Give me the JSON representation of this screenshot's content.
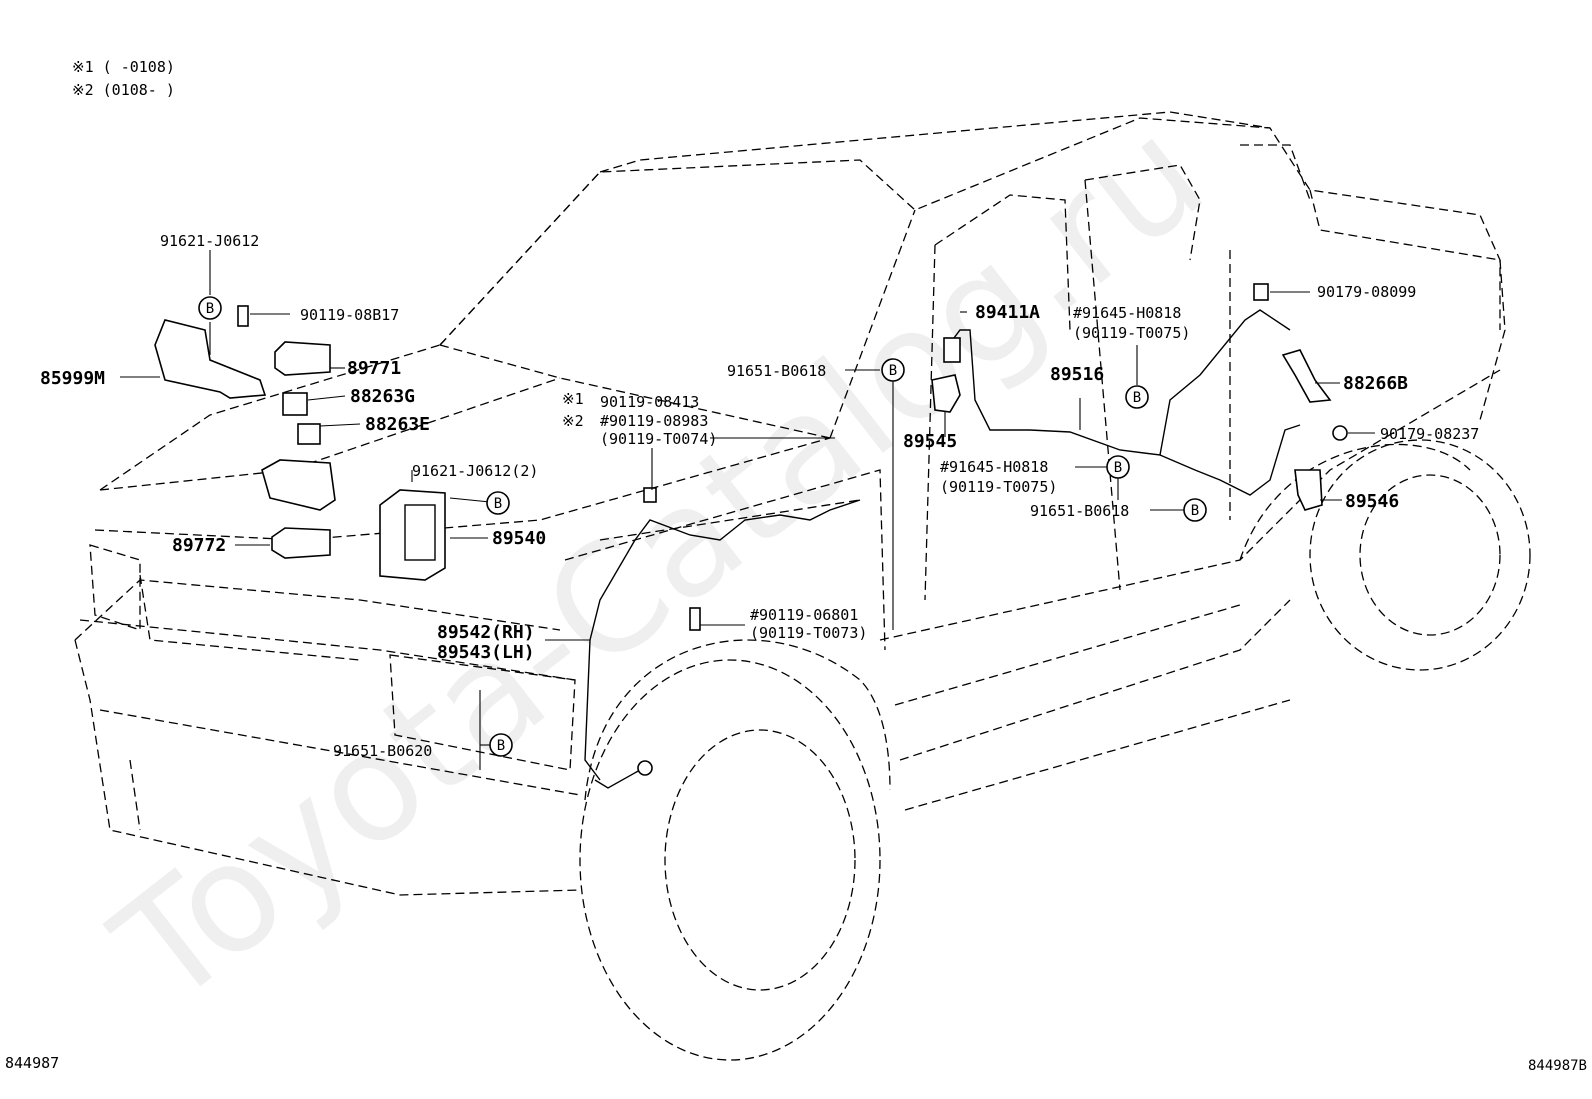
{
  "notes": {
    "n1": "※1 (     -0108)",
    "n2": "※2 (0108-     )"
  },
  "watermark": "Toyota-Catalog.ru",
  "drawing_id_left": "844987",
  "drawing_id_right": "844987B",
  "parts": {
    "p91621_top": "91621-J0612",
    "p90119_08B17": "90119-08B17",
    "p85999M": "85999M",
    "p89771": "89771",
    "p88263G": "88263G",
    "p88263E": "88263E",
    "p89772": "89772",
    "p91621_2": "91621-J0612(2)",
    "p89540": "89540",
    "n_star1": "※1",
    "p90119_08413": "90119-08413",
    "n_star2": "※2",
    "p90119_08983": "#90119-08983",
    "p90119_T0074": "(90119-T0074)",
    "p89542": "89542(RH)",
    "p89543": "89543(LH)",
    "p90119_06801": "#90119-06801",
    "p90119_T0073": "(90119-T0073)",
    "p91651_B0620": "91651-B0620",
    "p91651_B0618_a": "91651-B0618",
    "p89411A": "89411A",
    "p91645_a": "#91645-H0818",
    "p90119_T0075_a": "(90119-T0075)",
    "p89516": "89516",
    "p89545": "89545",
    "p91645_b": "#91645-H0818",
    "p90119_T0075_b": "(90119-T0075)",
    "p91651_B0618_b": "91651-B0618",
    "p90179_08099": "90179-08099",
    "p88266B": "88266B",
    "p90179_08237": "90179-08237",
    "p89546": "89546"
  },
  "clip_marker": "B"
}
